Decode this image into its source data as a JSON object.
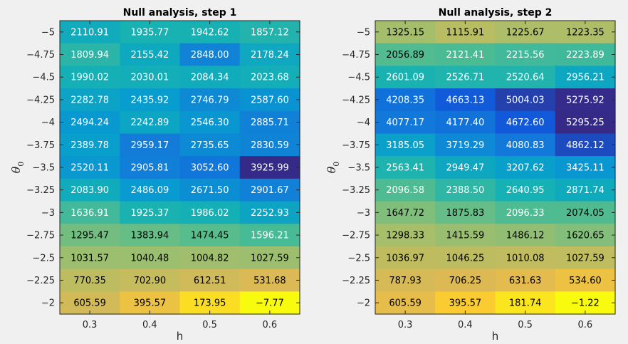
{
  "chart_data": [
    {
      "type": "heatmap",
      "title": "Null analysis, step 1",
      "xlabel": "h",
      "ylabel": "θ",
      "ylabel_sub": "0",
      "x_ticks": [
        "0.3",
        "0.4",
        "0.5",
        "0.6"
      ],
      "y_ticks": [
        "−5",
        "−4.75",
        "−4.5",
        "−4.25",
        "−4",
        "−3.75",
        "−3.5",
        "−3.25",
        "−3",
        "−2.75",
        "−2.5",
        "−2.25",
        "−2"
      ],
      "values": [
        [
          2110.91,
          1935.77,
          1942.62,
          1857.12
        ],
        [
          1809.94,
          2155.42,
          2848.0,
          2178.24
        ],
        [
          1990.02,
          2030.01,
          2084.34,
          2023.68
        ],
        [
          2282.78,
          2435.92,
          2746.79,
          2587.6
        ],
        [
          2494.24,
          2242.89,
          2546.3,
          2885.71
        ],
        [
          2389.78,
          2959.17,
          2735.65,
          2830.59
        ],
        [
          2520.11,
          2905.81,
          3052.6,
          3925.99
        ],
        [
          2083.9,
          2486.09,
          2671.5,
          2901.67
        ],
        [
          1636.91,
          1925.37,
          1986.02,
          2252.93
        ],
        [
          1295.47,
          1383.94,
          1474.45,
          1596.21
        ],
        [
          1031.57,
          1040.48,
          1004.82,
          1027.59
        ],
        [
          770.35,
          702.9,
          612.51,
          531.68
        ],
        [
          605.59,
          395.57,
          173.95,
          -7.77
        ]
      ],
      "labels": [
        [
          "2110.91",
          "1935.77",
          "1942.62",
          "1857.12"
        ],
        [
          "1809.94",
          "2155.42",
          "2848.00",
          "2178.24"
        ],
        [
          "1990.02",
          "2030.01",
          "2084.34",
          "2023.68"
        ],
        [
          "2282.78",
          "2435.92",
          "2746.79",
          "2587.60"
        ],
        [
          "2494.24",
          "2242.89",
          "2546.30",
          "2885.71"
        ],
        [
          "2389.78",
          "2959.17",
          "2735.65",
          "2830.59"
        ],
        [
          "2520.11",
          "2905.81",
          "3052.60",
          "3925.99"
        ],
        [
          "2083.90",
          "2486.09",
          "2671.50",
          "2901.67"
        ],
        [
          "1636.91",
          "1925.37",
          "1986.02",
          "2252.93"
        ],
        [
          "1295.47",
          "1383.94",
          "1474.45",
          "1596.21"
        ],
        [
          "1031.57",
          "1040.48",
          "1004.82",
          "1027.59"
        ],
        [
          "770.35",
          "702.90",
          "612.51",
          "531.68"
        ],
        [
          "605.59",
          "395.57",
          "173.95",
          "−7.77"
        ]
      ],
      "colormap": "parula",
      "color_order": "reversed",
      "grid": false
    },
    {
      "type": "heatmap",
      "title": "Null analysis, step 2",
      "xlabel": "h",
      "ylabel": "θ",
      "ylabel_sub": "0",
      "x_ticks": [
        "0.3",
        "0.4",
        "0.5",
        "0.6"
      ],
      "y_ticks": [
        "−5",
        "−4.75",
        "−4.5",
        "−4.25",
        "−4",
        "−3.75",
        "−3.5",
        "−3.25",
        "−3",
        "−2.75",
        "−2.5",
        "−2.25",
        "−2"
      ],
      "values": [
        [
          1325.15,
          1115.91,
          1225.67,
          1223.35
        ],
        [
          2056.89,
          2121.41,
          2215.56,
          2223.89
        ],
        [
          2601.09,
          2526.71,
          2520.64,
          2956.21
        ],
        [
          4208.35,
          4663.13,
          5004.03,
          5275.92
        ],
        [
          4077.17,
          4177.4,
          4672.6,
          5295.25
        ],
        [
          3185.05,
          3719.29,
          4080.83,
          4862.12
        ],
        [
          2563.41,
          2949.47,
          3207.62,
          3425.11
        ],
        [
          2096.58,
          2388.5,
          2640.95,
          2871.74
        ],
        [
          1647.72,
          1875.83,
          2096.33,
          2074.05
        ],
        [
          1298.33,
          1415.59,
          1486.12,
          1620.65
        ],
        [
          1036.97,
          1046.25,
          1010.08,
          1027.59
        ],
        [
          787.93,
          706.25,
          631.63,
          534.6
        ],
        [
          605.59,
          395.57,
          181.74,
          -1.22
        ]
      ],
      "labels": [
        [
          "1325.15",
          "1115.91",
          "1225.67",
          "1223.35"
        ],
        [
          "2056.89",
          "2121.41",
          "2215.56",
          "2223.89"
        ],
        [
          "2601.09",
          "2526.71",
          "2520.64",
          "2956.21"
        ],
        [
          "4208.35",
          "4663.13",
          "5004.03",
          "5275.92"
        ],
        [
          "4077.17",
          "4177.40",
          "4672.60",
          "5295.25"
        ],
        [
          "3185.05",
          "3719.29",
          "4080.83",
          "4862.12"
        ],
        [
          "2563.41",
          "2949.47",
          "3207.62",
          "3425.11"
        ],
        [
          "2096.58",
          "2388.50",
          "2640.95",
          "2871.74"
        ],
        [
          "1647.72",
          "1875.83",
          "2096.33",
          "2074.05"
        ],
        [
          "1298.33",
          "1415.59",
          "1486.12",
          "1620.65"
        ],
        [
          "1036.97",
          "1046.25",
          "1010.08",
          "1027.59"
        ],
        [
          "787.93",
          "706.25",
          "631.63",
          "534.60"
        ],
        [
          "605.59",
          "395.57",
          "181.74",
          "−1.22"
        ]
      ],
      "colormap": "parula",
      "color_order": "reversed",
      "grid": false
    }
  ]
}
